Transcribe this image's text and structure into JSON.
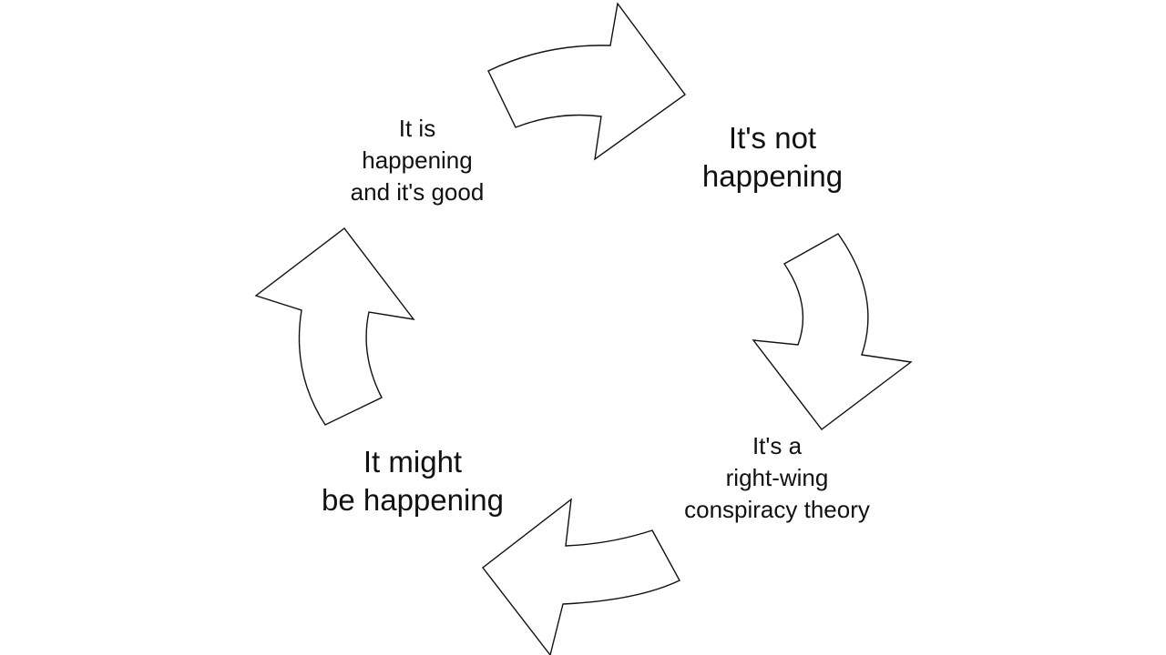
{
  "diagram": {
    "type": "cycle",
    "stages": [
      {
        "id": "top-right",
        "size": "large",
        "lines": [
          "It's not",
          "happening"
        ]
      },
      {
        "id": "bottom-right",
        "size": "small",
        "lines": [
          "It's a",
          "right-wing",
          "conspiracy theory"
        ]
      },
      {
        "id": "bottom-left",
        "size": "large",
        "lines": [
          "It might",
          "be happening"
        ]
      },
      {
        "id": "top-left",
        "size": "small",
        "lines": [
          "It is",
          "happening",
          "and it's good"
        ]
      }
    ],
    "arrow_direction": "clockwise",
    "colors": {
      "background": "#ffffff",
      "arrow_fill": "#ffffff",
      "arrow_stroke": "#111111",
      "text": "#111111"
    }
  }
}
